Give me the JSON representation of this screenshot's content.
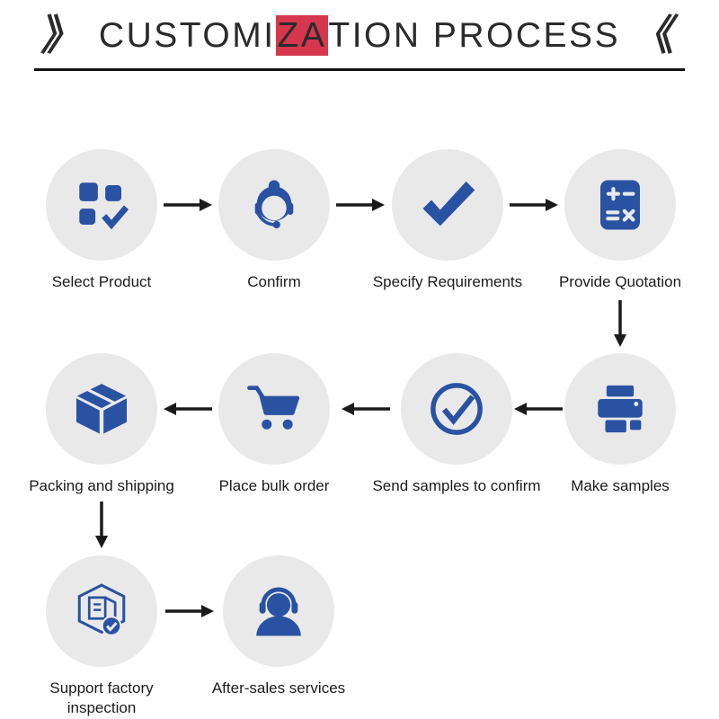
{
  "title": {
    "decor_left": "》",
    "decor_right": "《",
    "part1": "CUSTOMI",
    "highlight": "ZA",
    "part2": "TION PROCESS"
  },
  "steps": [
    {
      "id": "select-product",
      "label": "Select Product"
    },
    {
      "id": "confirm",
      "label": "Confirm"
    },
    {
      "id": "specify-requirements",
      "label": "Specify Requirements"
    },
    {
      "id": "provide-quotation",
      "label": "Provide Quotation"
    },
    {
      "id": "make-samples",
      "label": "Make samples"
    },
    {
      "id": "send-samples-to-confirm",
      "label": "Send samples to confirm"
    },
    {
      "id": "place-bulk-order",
      "label": "Place bulk order"
    },
    {
      "id": "packing-and-shipping",
      "label": "Packing and shipping"
    },
    {
      "id": "support-factory-inspection",
      "label": "Support factory inspection"
    },
    {
      "id": "after-sales-services",
      "label": "After-sales services"
    }
  ],
  "colors": {
    "icon_blue": "#2a52a2",
    "circle_bg": "#e9e9e9",
    "highlight_red": "#d6374e",
    "arrow_black": "#1a1a1a"
  }
}
